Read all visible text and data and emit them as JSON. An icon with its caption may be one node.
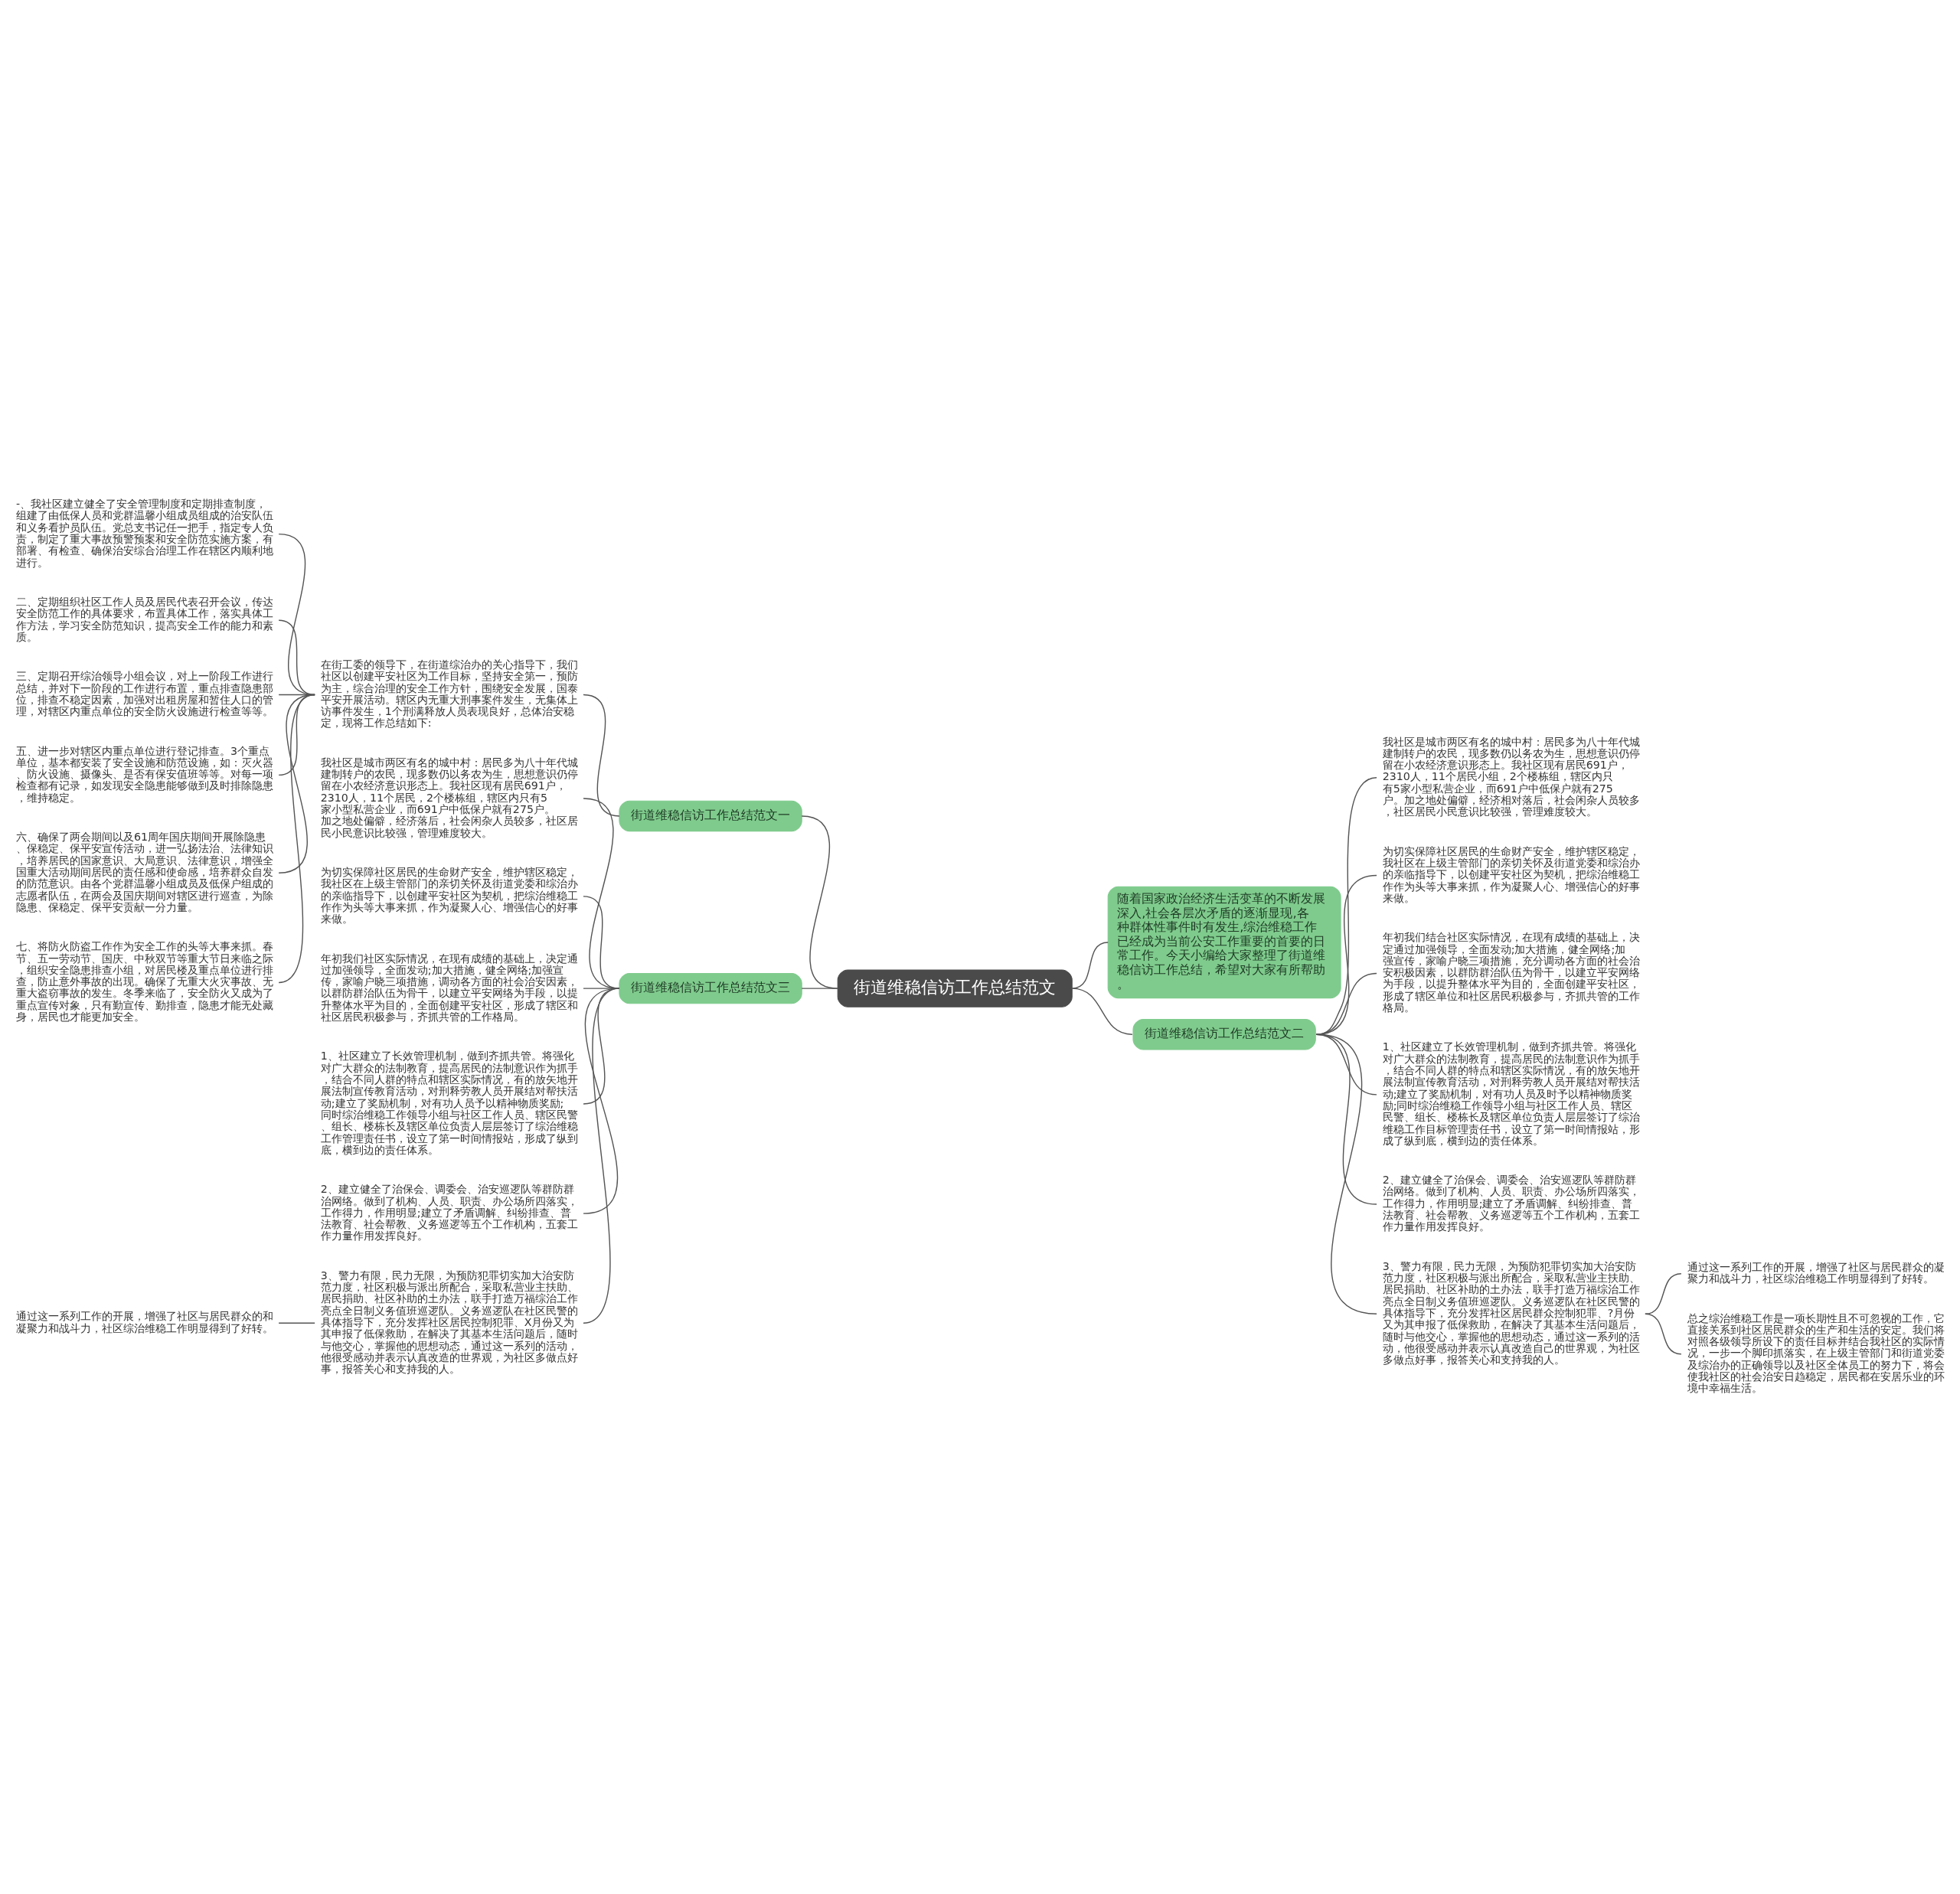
{
  "diagram": {
    "nodes": [
      {
        "text": [
          "街道维稳信访工作总结范文"
        ]
      },
      {
        "text": [
          "街道维稳信访工作总结范文一"
        ]
      },
      {
        "text": [
          "在街工委的领导下，在街道综治办的关心指导下，我们社区以创建平安社区为工作目标，坚持安全第一，预防为主，综合治理的安全工作方针，围绕安全发展，国泰平安开展活动。辖区内无重大刑事案件发生，无集体上访事件发生，1个刑满释放人员表现良好，总体治安稳定，现将工作总结如下:"
        ]
      },
      {
        "text": [
          "-、我社区建立健全了安全管理制度和定期排查制度，组建了由低保人员和党群温馨小组成员组成的治安队伍和义务看护员队伍。党总支书记任一把手，指定专人负责，制定了重大事故预警预案和安全防范实施方案，有部署、有检查、确保治安综合治理工作在辖区内顺利地进行。"
        ]
      },
      {
        "text": [
          "二、定期组织社区工作人员及居民代表召开会议，传达安全防范工作的具体要求，布置具体工作，落实具体工作方法，学习安全防范知识，提高安全工作的能力和素质。"
        ]
      },
      {
        "text": [
          "三、定期召开综治领导小组会议，对上一阶段工作进行总结，并对下一阶段的工作进行布置，重点排查隐患部位，排查不稳定因素，加强对出租房屋和暂住人口的管理，对辖区内重点单位的安全防火设施进行检查等等。"
        ]
      },
      {
        "text": [
          "五、进一步对辖区内重点单位进行登记排查。3个重点单位，基本都安装了安全设施和防范设施，如：灭火器、防火设施、摄像头、是否有保安值班等等。对每一项检查都有记录，如发现安全隐患能够做到及时排除隐患，维持稳定。"
        ]
      },
      {
        "text": [
          "六、确保了两会期间以及61周年国庆期间开展除隐患、保稳定、保平安宣传活动，进一弘扬法治、法律知识，培养居民的国家意识、大局意识、法律意识，增强全国重大活动期间居民的责任感和使命感，培养群众自发的防范意识。由各个党群温馨小组成员及低保户组成的志愿者队伍，在两会及国庆期间对辖区进行巡查，为除隐患、保稳定、保平安贡献一分力量。"
        ]
      },
      {
        "text": [
          "七、将防火防盗工作作为安全工作的头等大事来抓。春节、五一劳动节、国庆、中秋双节等重大节日来临之际，组织安全隐患排查小组，对居民楼及重点单位进行排查，防止意外事故的出现。确保了无重大火灾事故、无重大盗窃事故的发生。冬季来临了，安全防火又成为了重点宣传对象，只有勤宣传、勤排查，隐患才能无处藏身，居民也才能更加安全。"
        ]
      },
      {
        "text": [
          "街道维稳信访工作总结范文三"
        ]
      },
      {
        "text": [
          "我社区是城市两区有名的城中村：居民多为八十年代城建制转户的农民，现多数仍以务农为生，思想意识仍停留在小农经济意识形态上。我社区现有居民691户，2310人，11个居民，2个楼栋组，辖区内只有5家小型私营企业，而691户中低保户就有275户。加之地处偏僻，经济落后，社会闲杂人员较多，社区居民小民意识比较强，管理难度较大。"
        ]
      },
      {
        "text": [
          "为切实保障社区居民的生命财产安全，维护辖区稳定，我社区在上级主管部门的亲切关怀及街道党委和综治办的亲临指导下，以创建平安社区为契机，把综治维稳工作作为头等大事来抓，作为凝聚人心、增强信心的好事来做。"
        ]
      },
      {
        "text": [
          "年初我们社区实际情况，在现有成绩的基础上，决定通过加强领导，全面发动;加大措施，健全网络;加强宣传，家喻户晓三项措施，调动各方面的社会治安因素，以群防群治队伍为骨干，以建立平安网络为手段，以提升整体水平为目的，全面创建平安社区，形成了辖区和社区居民积极参与，齐抓共管的工作格局。"
        ]
      },
      {
        "text": [
          "1、社区建立了长效管理机制，做到齐抓共管。将强化对广大群众的法制教育，提高居民的法制意识作为抓手，结合不同人群的特点和辖区实际情况，有的放矢地开展法制宣传教育活动，对刑释劳教人员开展结对帮扶活动;建立了奖励机制，对有功人员予以精神物质奖励;同时综治维稳工作领导小组与社区工作人员、辖区民警、组长、楼栋长及辖区单位负责人层层签订了综治维稳工作管理责任书，设立了第一时间情报站，形成了纵到底，横到边的责任体系。"
        ]
      },
      {
        "text": [
          "2、建立健全了治保会、调委会、治安巡逻队等群防群治网络。做到了机构、人员、职责、办公场所四落实，工作得力，作用明显;建立了矛盾调解、纠纷排查、普法教育、社会帮教、义务巡逻等五个工作机构，五套工作力量作用发挥良好。"
        ]
      },
      {
        "text": [
          "3、警力有限，民力无限，为预防犯罪切实加大治安防范力度，社区积极与派出所配合，采取私营业主扶助、居民捐助、社区补助的土办法，联手打造万福综治工作亮点全日制义务值班巡逻队。义务巡逻队在社区民警的具体指导下，充分发挥社区居民控制犯罪、X月份又为其申报了低保救助，在解决了其基本生活问题后，随时与他交心，掌握他的思想动态，通过这一系列的活动，他很受感动并表示认真改造的世界观，为社区多做点好事，报答关心和支持我的人。"
        ]
      },
      {
        "text": [
          "通过这一系列工作的开展，增强了社区与居民群众的和凝聚力和战斗力，社区综治维稳工作明显得到了好转。"
        ]
      },
      {
        "text": [
          "随着国家政治经济生活变革的不断发展深入,社会各层次矛盾的逐渐显现,各种群体性事件时有发生,综治维稳工作已经成为当前公安工作重要的首要的日常工作。今天小编给大家整理了街道维稳信访工作总结，希望对大家有所帮助。"
        ]
      },
      {
        "text": [
          "街道维稳信访工作总结范文二"
        ]
      },
      {
        "text": [
          "我社区是城市两区有名的城中村：居民多为八十年代城建制转户的农民，现多数仍以务农为生，思想意识仍停留在小农经济意识形态上。我社区现有居民691户，2310人，11个居民小组，2个楼栋组，辖区内只有5家小型私营企业，而691户中低保户就有275户。加之地处偏僻，经济相对落后，社会闲杂人员较多，社区居民小民意识比较强，管理难度较大。"
        ]
      },
      {
        "text": [
          "为切实保障社区居民的生命财产安全，维护辖区稳定，我社区在上级主管部门的亲切关怀及街道党委和综治办的亲临指导下，以创建平安社区为契机，把综治维稳工作作为头等大事来抓，作为凝聚人心、增强信心的好事来做。"
        ]
      },
      {
        "text": [
          "年初我们结合社区实际情况，在现有成绩的基础上，决定通过加强领导，全面发动;加大措施，健全网络;加强宣传，家喻户晓三项措施，充分调动各方面的社会治安积极因素，以群防群治队伍为骨干，以建立平安网络为手段，以提升整体水平为目的，全面创建平安社区，形成了辖区单位和社区居民积极参与，齐抓共管的工作格局。"
        ]
      },
      {
        "text": [
          "1、社区建立了长效管理机制，做到齐抓共管。将强化对广大群众的法制教育，提高居民的法制意识作为抓手，结合不同人群的特点和辖区实际情况，有的放矢地开展法制宣传教育活动，对刑释劳教人员开展结对帮扶活动;建立了奖励机制，对有功人员及时予以精神物质奖励;同时综治维稳工作领导小组与社区工作人员、辖区民警、组长、楼栋长及辖区单位负责人层层签订了综治维稳工作目标管理责任书，设立了第一时间情报站，形成了纵到底，横到边的责任体系。"
        ]
      },
      {
        "text": [
          "2、建立健全了治保会、调委会、治安巡逻队等群防群治网络。做到了机构、人员、职责、办公场所四落实，工作得力，作用明显;建立了矛盾调解、纠纷排查、普法教育、社会帮教、义务巡逻等五个工作机构，五套工作力量作用发挥良好。"
        ]
      },
      {
        "text": [
          "3、警力有限，民力无限，为预防犯罪切实加大治安防范力度，社区积极与派出所配合，采取私营业主扶助、居民捐助、社区补助的土办法，联手打造万福综治工作亮点全日制义务值班巡逻队。义务巡逻队在社区民警的具体指导下，充分发挥社区居民群众控制犯罪、?月份又为其申报了低保救助，在解决了其基本生活问题后，随时与他交心，掌握他的思想动态，通过这一系列的活动，他很受感动并表示认真改造自己的世界观，为社区多做点好事，报答关心和支持我的人。"
        ]
      },
      {
        "text": [
          "通过这一系列工作的开展，增强了社区与居民群众的凝聚力和战斗力，社区综治维稳工作明显得到了好转。"
        ]
      },
      {
        "text": [
          "总之综治维稳工作是一项长期性且不可忽视的工作，它直接关系到社区居民群众的生产和生活的安定。我们将对照各级领导所设下的责任目标并结合我社区的实际情况，一步一个脚印抓落实，在上级主管部门和街道党委及综治办的正确领导以及社区全体员工的努力下，将会使我社区的社会治安日趋稳定，居民都在安居乐业的环境中幸福生活。"
        ]
      }
    ],
    "edges": [
      {
        "from": 0,
        "to": 1,
        "arrow": "none"
      },
      {
        "from": 1,
        "to": 2,
        "arrow": "none"
      },
      {
        "from": 2,
        "to": 3,
        "arrow": "none"
      },
      {
        "from": 2,
        "to": 4,
        "arrow": "none"
      },
      {
        "from": 2,
        "to": 5,
        "arrow": "none"
      },
      {
        "from": 2,
        "to": 6,
        "arrow": "none"
      },
      {
        "from": 2,
        "to": 7,
        "arrow": "none"
      },
      {
        "from": 2,
        "to": 8,
        "arrow": "none"
      },
      {
        "from": 0,
        "to": 9,
        "arrow": "none"
      },
      {
        "from": 9,
        "to": 10,
        "arrow": "none"
      },
      {
        "from": 9,
        "to": 11,
        "arrow": "none"
      },
      {
        "from": 9,
        "to": 12,
        "arrow": "none"
      },
      {
        "from": 9,
        "to": 13,
        "arrow": "none"
      },
      {
        "from": 9,
        "to": 14,
        "arrow": "none"
      },
      {
        "from": 9,
        "to": 15,
        "arrow": "none"
      },
      {
        "from": 15,
        "to": 16,
        "arrow": "none"
      },
      {
        "from": 0,
        "to": 17,
        "arrow": "none"
      },
      {
        "from": 0,
        "to": 18,
        "arrow": "none"
      },
      {
        "from": 18,
        "to": 19,
        "arrow": "none"
      },
      {
        "from": 18,
        "to": 20,
        "arrow": "none"
      },
      {
        "from": 18,
        "to": 21,
        "arrow": "none"
      },
      {
        "from": 18,
        "to": 22,
        "arrow": "none"
      },
      {
        "from": 18,
        "to": 23,
        "arrow": "none"
      },
      {
        "from": 18,
        "to": 24,
        "arrow": "none"
      },
      {
        "from": 24,
        "to": 25,
        "arrow": "none"
      },
      {
        "from": 24,
        "to": 26,
        "arrow": "none"
      }
    ]
  }
}
